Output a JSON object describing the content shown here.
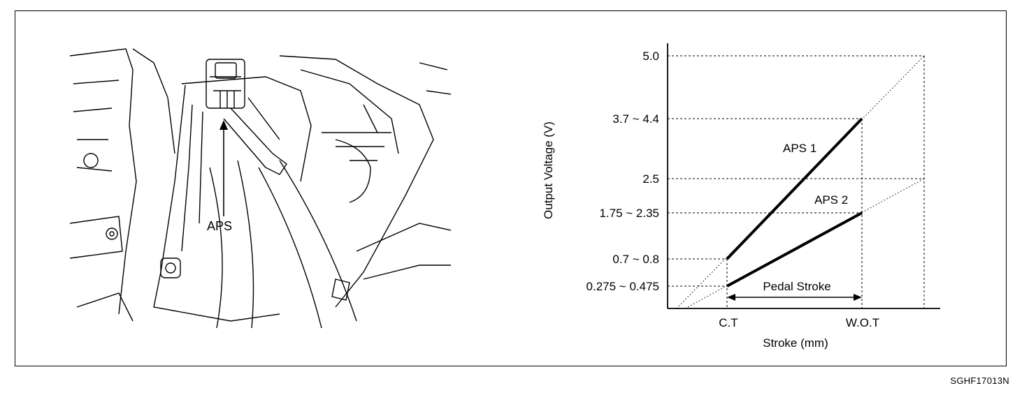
{
  "figure_code": "SGHF17013N",
  "illustration": {
    "callout_label": "APS"
  },
  "graph": {
    "y_axis_label": "Output Voltage (V)",
    "x_axis_label": "Stroke (mm)",
    "y_ticks": [
      "5.0",
      "3.7 ~ 4.4",
      "2.5",
      "1.75 ~ 2.35",
      "0.7 ~ 0.8",
      "0.275 ~ 0.475"
    ],
    "x_ticks": [
      "C.T",
      "W.O.T"
    ],
    "series": [
      {
        "name": "APS 1"
      },
      {
        "name": "APS 2"
      }
    ],
    "pedal_stroke_label": "Pedal Stroke"
  }
}
